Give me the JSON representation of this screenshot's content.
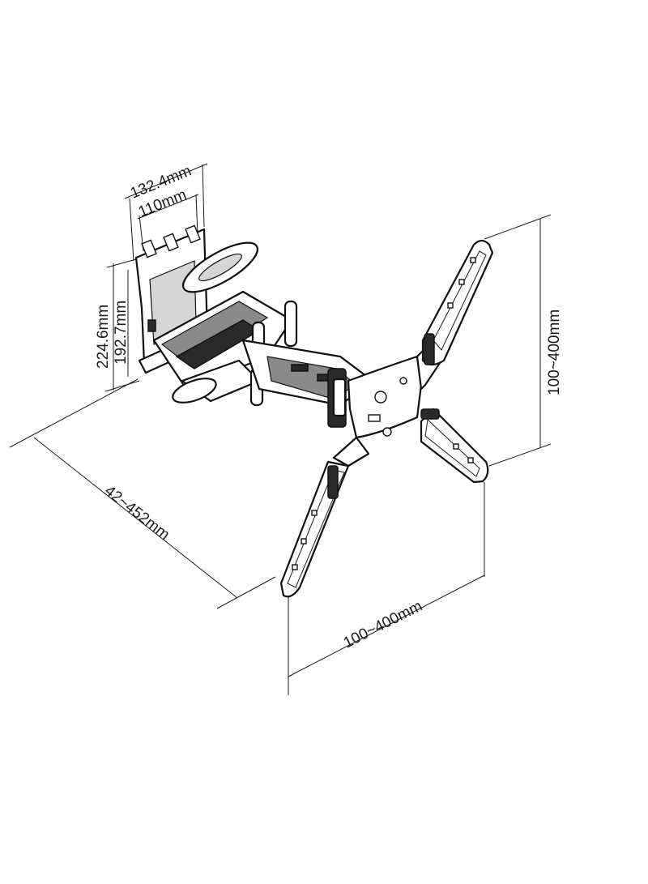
{
  "dimensions": {
    "arm_plate_width": "132.4mm",
    "arm_plate_inner": "110mm",
    "wall_plate_height": "224.6mm",
    "wall_plate_inner": "192.7mm",
    "extension_range": "42~452mm",
    "vesa_vertical": "100~400mm",
    "vesa_horizontal": "100~400mm"
  },
  "colors": {
    "line": "#1a1a1a",
    "background": "#ffffff"
  }
}
